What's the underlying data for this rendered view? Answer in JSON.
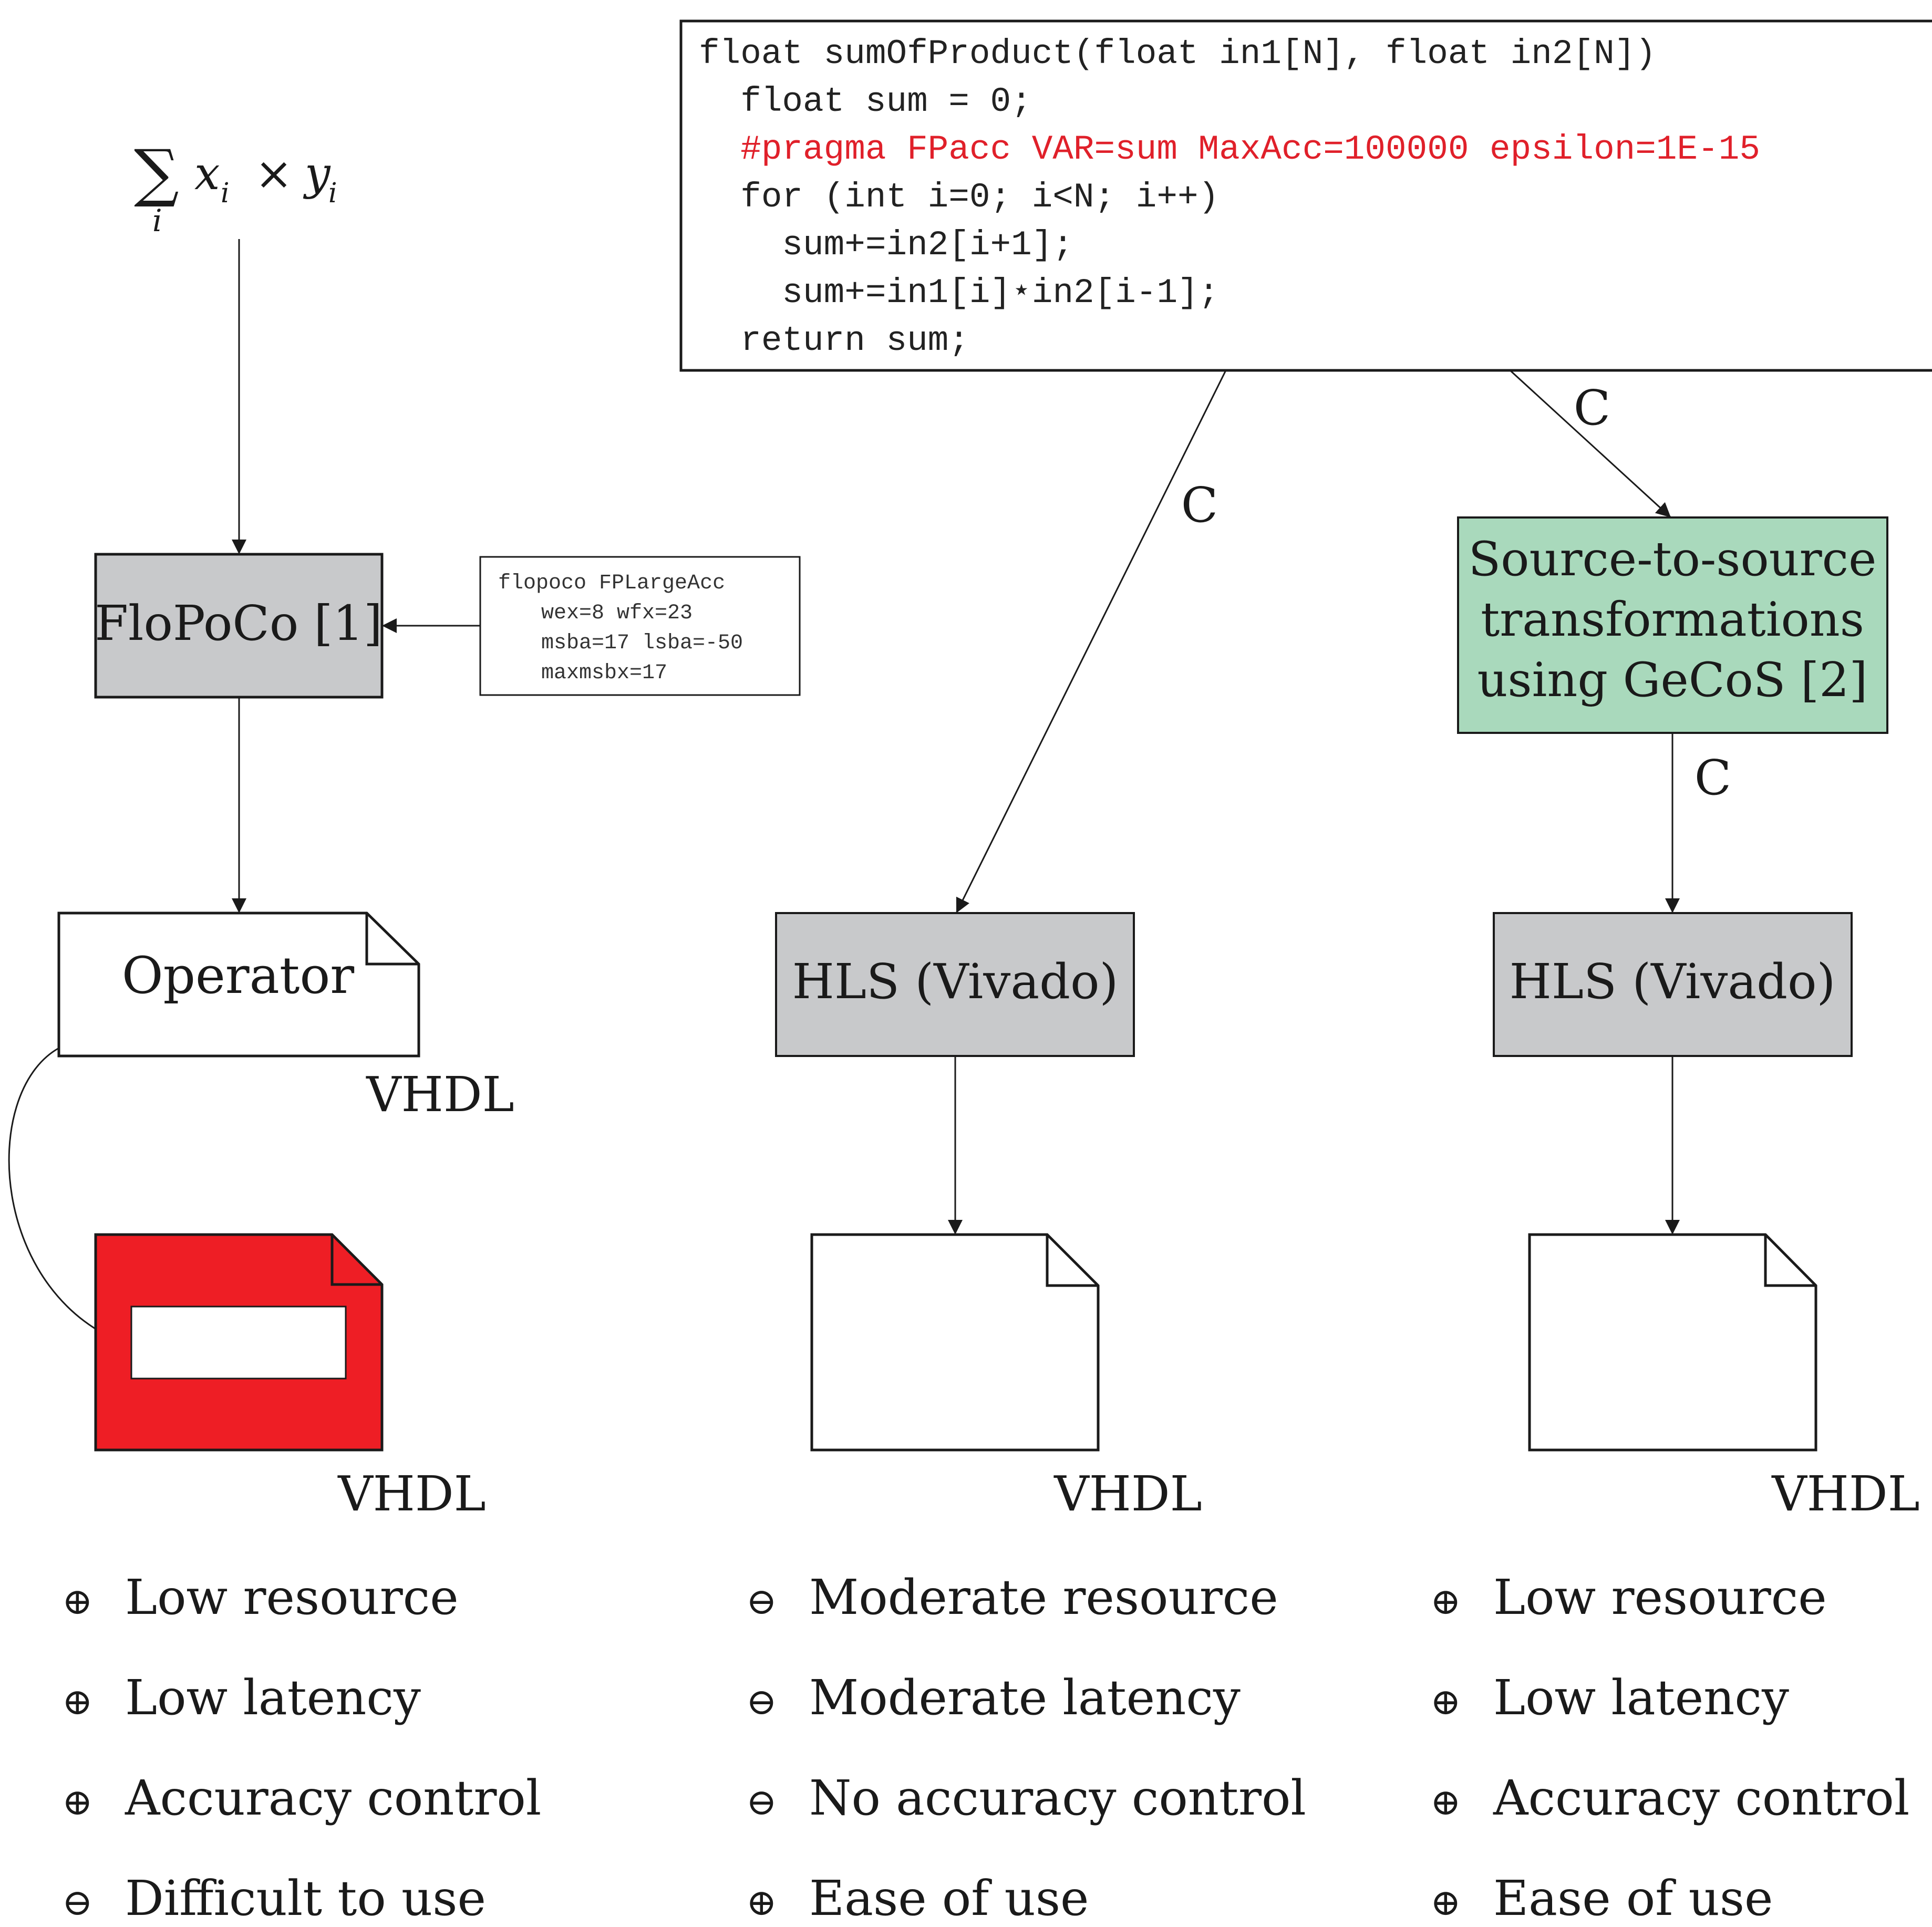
{
  "colors": {
    "gray_box": "#c8c9cb",
    "green_box": "#a9d9bc",
    "red_doc": "#ee1e25",
    "pragma": "#e0202a",
    "line": "#1a1a1a"
  },
  "formula": {
    "sum": "∑",
    "index": "i",
    "expr": "x",
    "sub_x": "i",
    "times": "×",
    "y": "y",
    "sub_y": "i"
  },
  "code_block": {
    "lines": [
      "float sumOfProduct(float in1[N], float in2[N])",
      "  float sum = 0;",
      "  #pragma FPacc VAR=sum MaxAcc=100000 epsilon=1E-15",
      "  for (int i=0; i<N; i++)",
      "    sum+=in2[i+1];",
      "    sum+=in1[i]⋆in2[i-1];",
      "  return sum;"
    ]
  },
  "flopoco": {
    "label": "FloPoCo [1]",
    "cmd_lines": [
      "flopoco FPLargeAcc",
      "  wex=8 wfx=23",
      "  msba=17 lsba=-50",
      "  maxmsbx=17"
    ]
  },
  "operator_doc": {
    "label": "Operator",
    "type": "VHDL"
  },
  "left_doc": {
    "type": "VHDL"
  },
  "edge_labels": {
    "c1": "C",
    "c2": "C",
    "c3": "C"
  },
  "gecos": {
    "lines": [
      "Source-to-source",
      "transformations",
      "using GeCoS [2]"
    ]
  },
  "hls_mid": {
    "label": "HLS (Vivado)"
  },
  "hls_right": {
    "label": "HLS (Vivado)"
  },
  "mid_doc": {
    "type": "VHDL"
  },
  "right_doc": {
    "type": "VHDL"
  },
  "columns": [
    {
      "items": [
        {
          "sign": "⊕",
          "text": "Low resource"
        },
        {
          "sign": "⊕",
          "text": "Low latency"
        },
        {
          "sign": "⊕",
          "text": "Accuracy control"
        },
        {
          "sign": "⊖",
          "text": "Difficult to use"
        }
      ]
    },
    {
      "items": [
        {
          "sign": "⊖",
          "text": "Moderate resource"
        },
        {
          "sign": "⊖",
          "text": "Moderate latency"
        },
        {
          "sign": "⊖",
          "text": "No accuracy control"
        },
        {
          "sign": "⊕",
          "text": "Ease of use"
        }
      ]
    },
    {
      "items": [
        {
          "sign": "⊕",
          "text": "Low resource"
        },
        {
          "sign": "⊕",
          "text": "Low latency"
        },
        {
          "sign": "⊕",
          "text": "Accuracy control"
        },
        {
          "sign": "⊕",
          "text": "Ease of use"
        }
      ]
    }
  ]
}
